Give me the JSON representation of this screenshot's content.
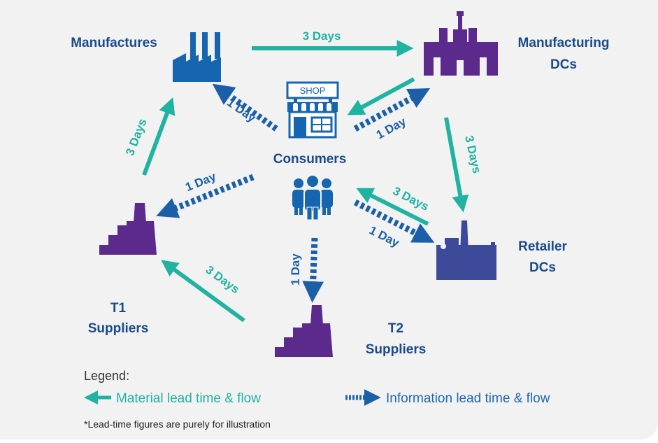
{
  "colors": {
    "background_panel": "#f2f2f2",
    "material": "#20b3a2",
    "information": "#1a5fa8",
    "label": "#1a4a8c",
    "manufactures_icon": "#1565b0",
    "purple_icon": "#5b2a8c",
    "retailer_icon": "#3d4a9a"
  },
  "nodes": {
    "manufactures": {
      "label_lines": [
        "Manufactures"
      ],
      "icon": "factory-icon"
    },
    "manufacturing_dcs": {
      "label_lines": [
        "Manufacturing",
        "DCs"
      ],
      "icon": "castle-factory-icon"
    },
    "retailer_dcs": {
      "label_lines": [
        "Retailer",
        "DCs"
      ],
      "icon": "industrial-plant-icon"
    },
    "t1_suppliers": {
      "label_lines": [
        "T1",
        "Suppliers"
      ],
      "icon": "stepped-factory-icon"
    },
    "t2_suppliers": {
      "label_lines": [
        "T2",
        "Suppliers"
      ],
      "icon": "stepped-factory-icon"
    },
    "consumers": {
      "label": "Consumers",
      "shop_text": "SHOP",
      "icons": [
        "shop-icon",
        "people-group-icon"
      ]
    }
  },
  "flows": {
    "manufactures_to_mfg_dcs": {
      "type": "material",
      "label": "3 Days"
    },
    "t1_to_manufactures": {
      "type": "material",
      "label": "3 Days"
    },
    "mfg_dcs_to_retailer_dcs": {
      "type": "material",
      "label": "3 Days"
    },
    "retailer_dcs_to_consumers": {
      "type": "material",
      "label": "3 Days"
    },
    "t2_to_t1": {
      "type": "material",
      "label": "3 Days"
    },
    "mfg_dcs_to_consumers": {
      "type": "material",
      "label": ""
    },
    "consumers_to_manufactures": {
      "type": "information",
      "label": "1 Day"
    },
    "consumers_to_mfg_dcs": {
      "type": "information",
      "label": "1 Day"
    },
    "consumers_to_t1": {
      "type": "information",
      "label": "1 Day"
    },
    "consumers_to_retailer_dcs": {
      "type": "information",
      "label": "1 Day"
    },
    "consumers_to_t2": {
      "type": "information",
      "label": "1 Day"
    }
  },
  "legend": {
    "title": "Legend:",
    "material_label": "Material lead time & flow",
    "information_label": "Information lead time & flow"
  },
  "footnote": "*Lead-time figures are purely for illustration"
}
